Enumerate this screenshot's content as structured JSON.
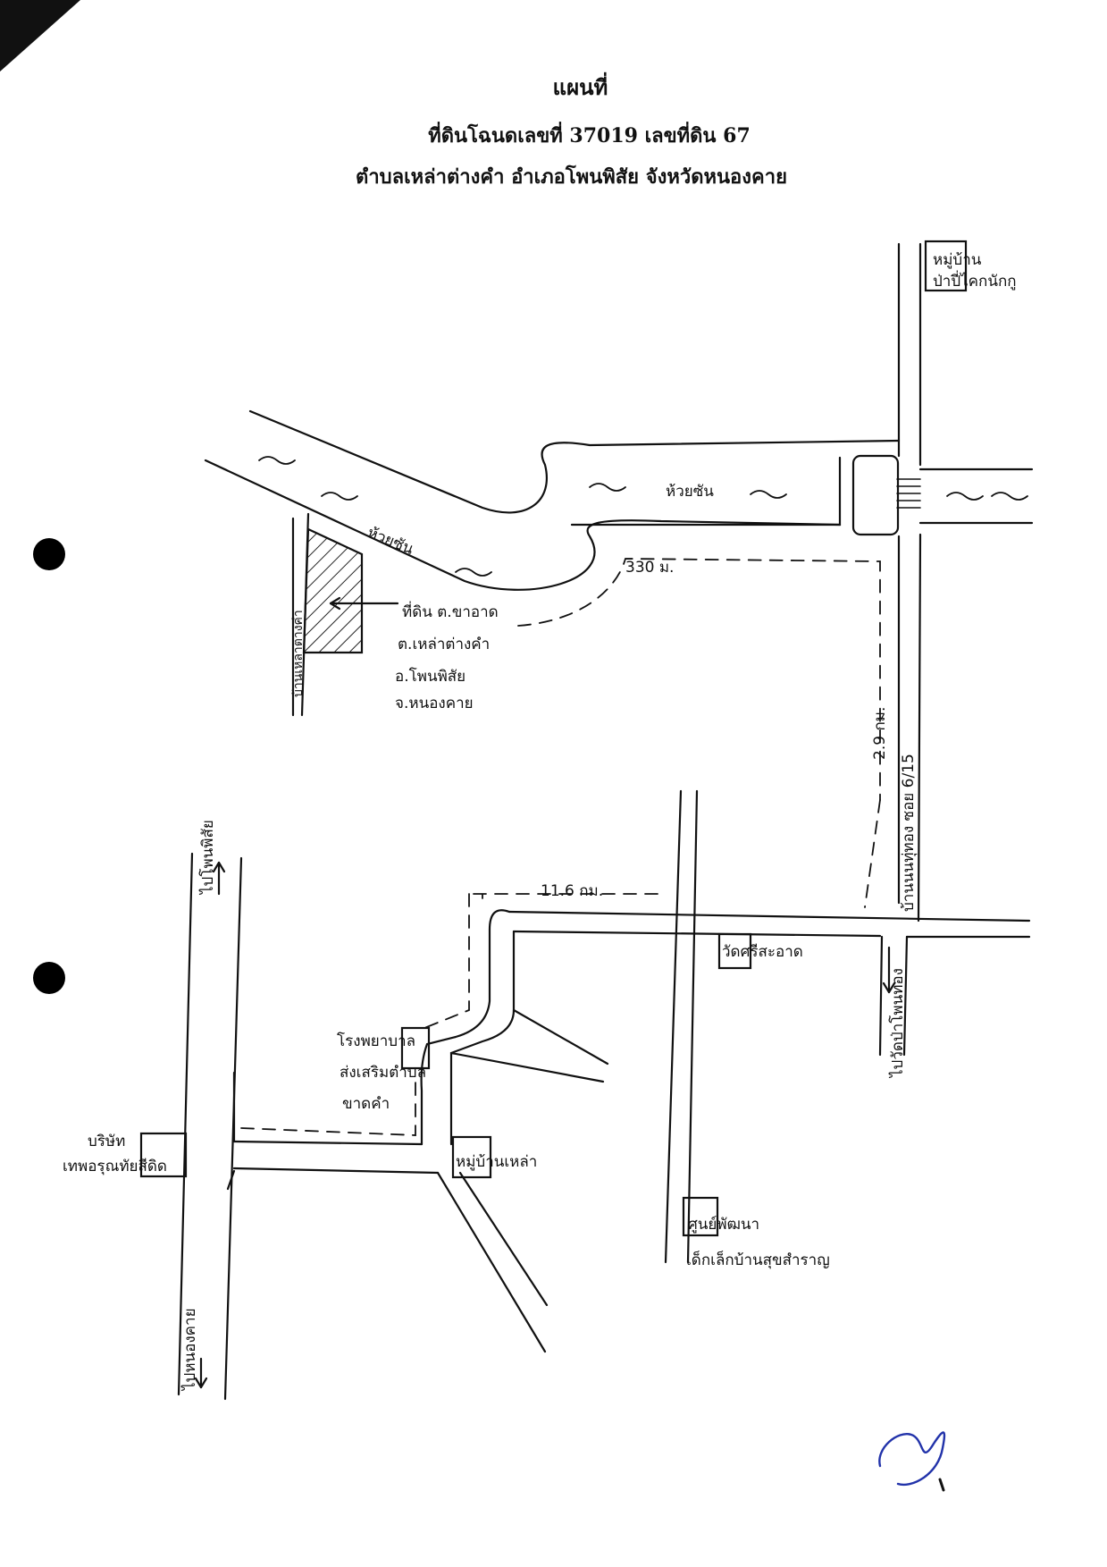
{
  "header": {
    "title": "แผนที่",
    "deed_line": "ที่ดินโฉนดเลขที่ 37019 เลขที่ดิน 67",
    "location_line": "ตำบลเหล่าต่างคำ อำเภอโพนพิสัย จังหวัดหนองคาย"
  },
  "map": {
    "village_top_right": [
      "หมู่บ้าน",
      "ป่าปี่ไคกนักกู"
    ],
    "stream_name_left": "ห้วยซัน",
    "stream_name_right": "ห้วยซัน",
    "distance_330": "330 ม.",
    "distance_2_9": "2.9 กม.",
    "distance_11_6": "11.6 กม.",
    "land_label": [
      "ที่ดิน ต.ขาอาด",
      "ต.เหล่าต่างคำ",
      "อ.โพนพิสัย",
      "จ.หนองคาย"
    ],
    "left_vertical_road": "บ้านเหล่าต่างคำ",
    "right_vertical_road": "บ้านนนทุ่ทอง ซอย 6/15",
    "road_to_phon_phisai": "ไปโพนพิสัย",
    "road_to_nong_khai": "ไปหนองคาย",
    "road_to_wat_pa": "ไปวัดป่าโพนทอง",
    "wat": "วัดศรีสะอาด",
    "school": [
      "โรงพยาบาล",
      "ส่งเสริมตำบล",
      "ขาดคำ"
    ],
    "school2": [
      "บริษัท",
      "เทพอรุณทัยสีดิด"
    ],
    "village_lao": "หมู่บ้านเหล่า",
    "center": [
      "ศูนย์พัฒนา",
      "เด็กเล็กบ้านสุขสำราญ"
    ]
  }
}
